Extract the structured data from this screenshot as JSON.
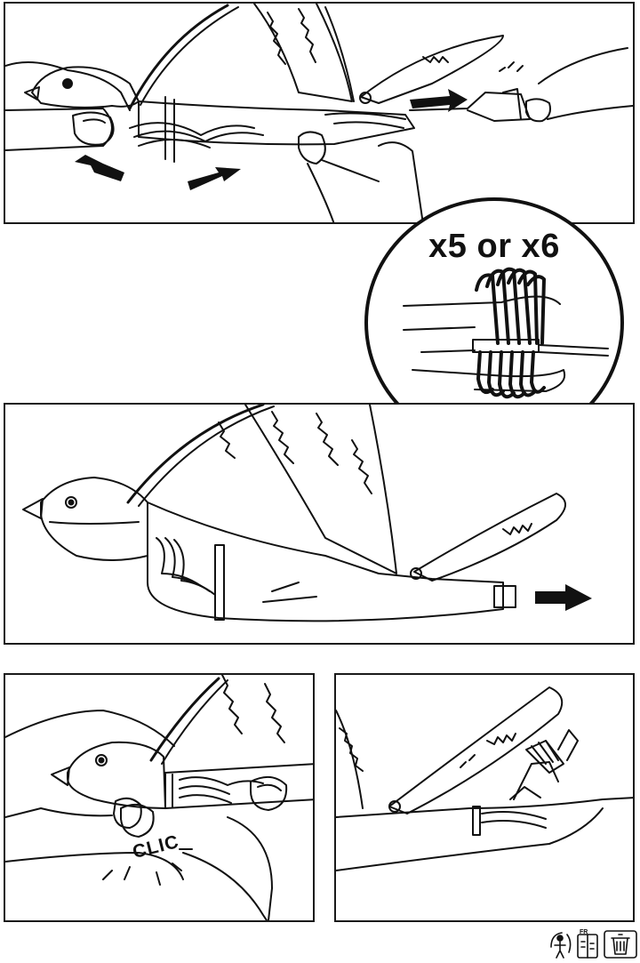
{
  "callout": {
    "text": "x5 or x6"
  },
  "panel3": {
    "sound_text": "CLIC"
  },
  "footer": {
    "region_code": "FR",
    "icons": [
      "recycle-person-icon",
      "sort-guide-icon",
      "recycle-bin-icon"
    ]
  },
  "colors": {
    "ink": "#111111",
    "paper": "#ffffff"
  }
}
